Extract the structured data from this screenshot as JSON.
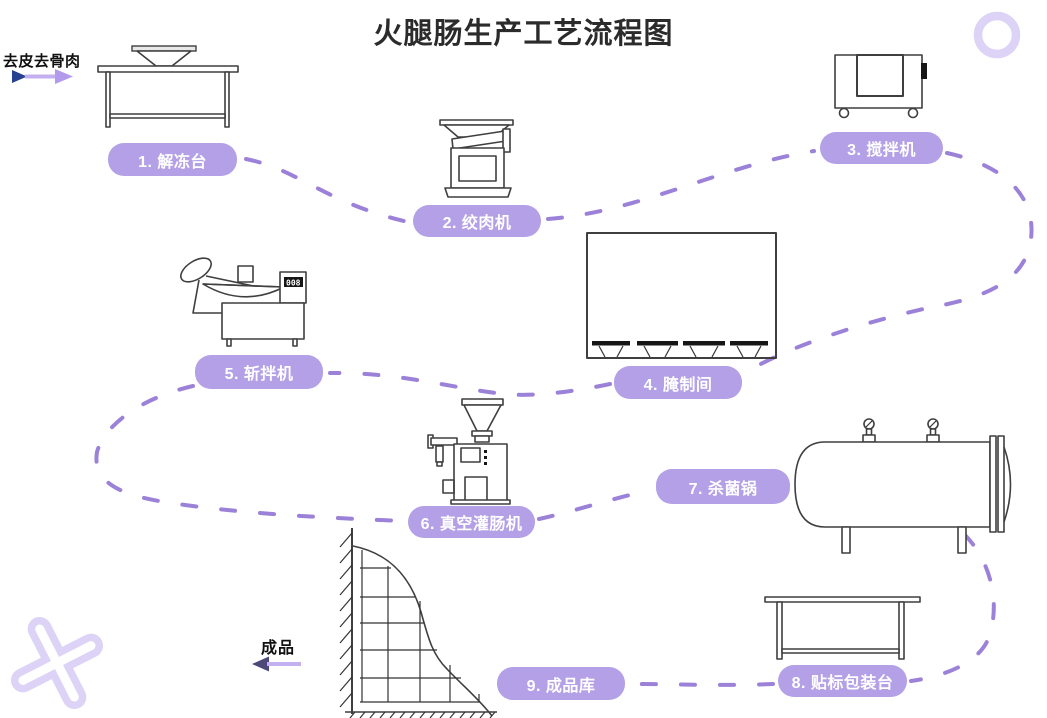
{
  "title": "火腿肠生产工艺流程图",
  "flow_annotations": {
    "input": "去皮去骨肉",
    "output": "成品"
  },
  "stations": [
    {
      "label": "1. 解冻台"
    },
    {
      "label": "2. 绞肉机"
    },
    {
      "label": "3. 搅拌机"
    },
    {
      "label": "4. 腌制间"
    },
    {
      "label": "5. 斩拌机"
    },
    {
      "label": "6. 真空灌肠机"
    },
    {
      "label": "7. 杀菌锅"
    },
    {
      "label": "8. 贴标包装台"
    },
    {
      "label": "9. 成品库"
    }
  ],
  "chopper_display": "008",
  "colors": {
    "pill_bg": "#b3a0e6",
    "pill_text": "#ffffff",
    "dash": "#9b82d8",
    "line": "#3f3f3f",
    "decor": "#dcd3f6",
    "title_color": "#2b2b2b",
    "input_arrow_head": "#26418f",
    "input_arrow_head2": "#b49aec",
    "arrow_shaft": "#c3b0f0",
    "output_arrow_head": "#4c4878"
  }
}
